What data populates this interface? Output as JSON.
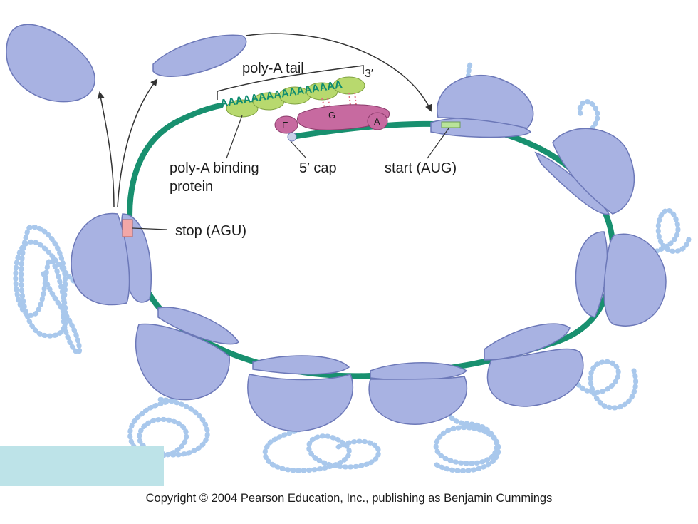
{
  "labels": {
    "poly_a_tail": "poly-A tail",
    "poly_a_sequence": "AAAAAAAAAAAAAAAA",
    "three_prime": "3′",
    "poly_a_binding_protein_line1": "poly-A binding",
    "poly_a_binding_protein_line2": "protein",
    "five_prime_cap": "5′ cap",
    "start_codon": "start (AUG)",
    "stop_codon": "stop (AGU)",
    "site_e": "E",
    "site_g": "G",
    "site_a": "A"
  },
  "copyright": "Copyright © 2004 Pearson Education, Inc., publishing as Benjamin Cummings",
  "colors": {
    "ribosome": "#a8b2e2",
    "ribosome_edge": "#6c78b8",
    "mrna": "#18906f",
    "protein_chain": "#a9c8ec",
    "binding_protein": "#b8d96e",
    "initiation_factor": "#c76aa0",
    "start_marker": "#b9e39a",
    "stop_marker": "#f2a7a7",
    "highlight_box": "#bde3e8"
  }
}
